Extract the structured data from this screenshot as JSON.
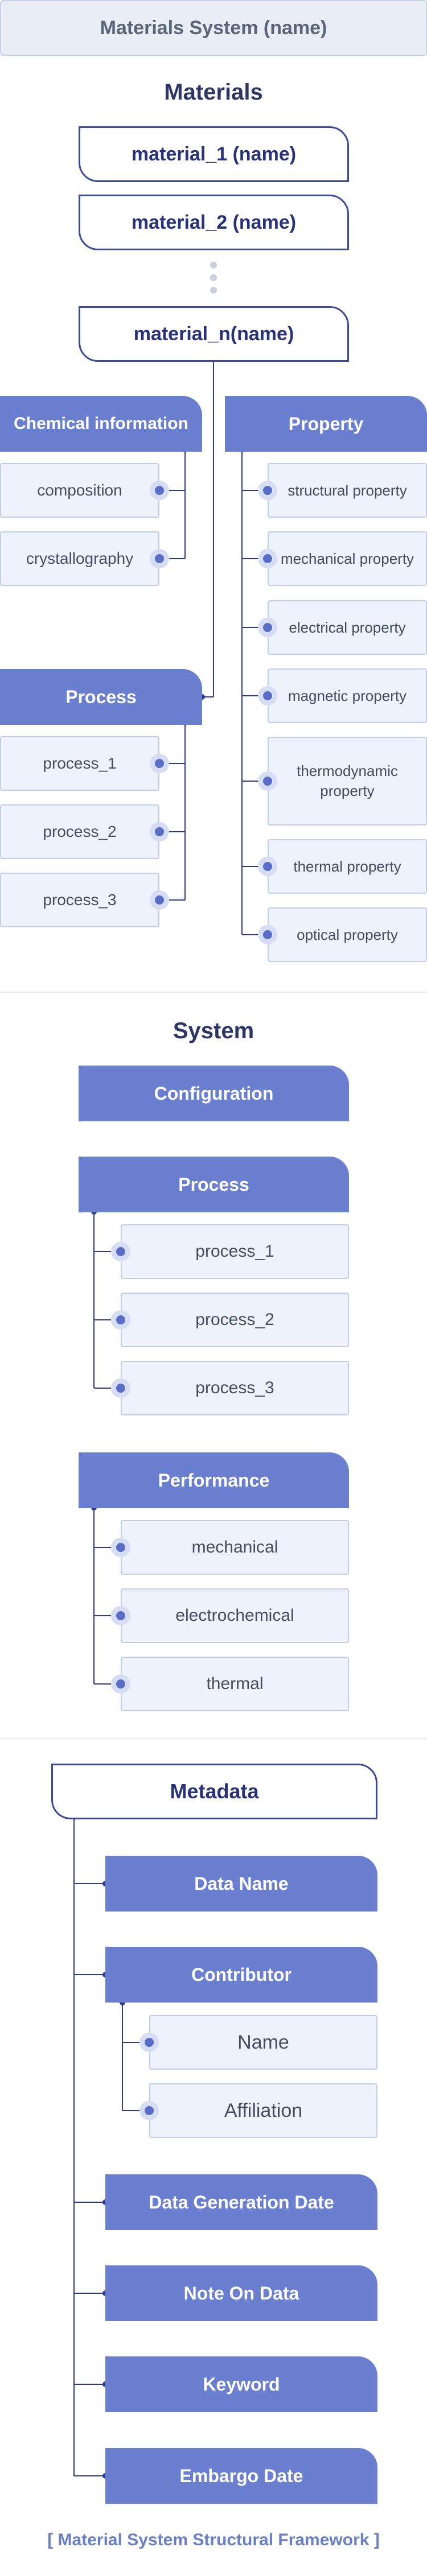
{
  "header": {
    "title": "Materials System (name)"
  },
  "materials": {
    "title": "Materials",
    "items": [
      "material_1 (name)",
      "material_2 (name)",
      "material_n(name)"
    ],
    "chemical": {
      "title": "Chemical information",
      "items": [
        "composition",
        "crystallography"
      ]
    },
    "property": {
      "title": "Property",
      "items": [
        "structural property",
        "mechanical property",
        "electrical property",
        "magnetic property",
        "thermodynamic property",
        "thermal property",
        "optical property"
      ]
    },
    "process": {
      "title": "Process",
      "items": [
        "process_1",
        "process_2",
        "process_3"
      ]
    }
  },
  "system": {
    "title": "System",
    "configuration": "Configuration",
    "process": {
      "title": "Process",
      "items": [
        "process_1",
        "process_2",
        "process_3"
      ]
    },
    "performance": {
      "title": "Performance",
      "items": [
        "mechanical",
        "electrochemical",
        "thermal"
      ]
    }
  },
  "metadata": {
    "title": "Metadata",
    "data_name": "Data Name",
    "contributor": {
      "title": "Contributor",
      "items": [
        "Name",
        "Affiliation"
      ]
    },
    "data_generation_date": "Data Generation Date",
    "note_on_data": "Note On Data",
    "keyword": "Keyword",
    "embargo_date": "Embargo Date"
  },
  "footer": {
    "caption": "[ Material System Structural Framework ]"
  },
  "colors": {
    "accent": "#6a7fd0",
    "line": "#3b4a99",
    "leaf_bg": "#edf2fc"
  }
}
